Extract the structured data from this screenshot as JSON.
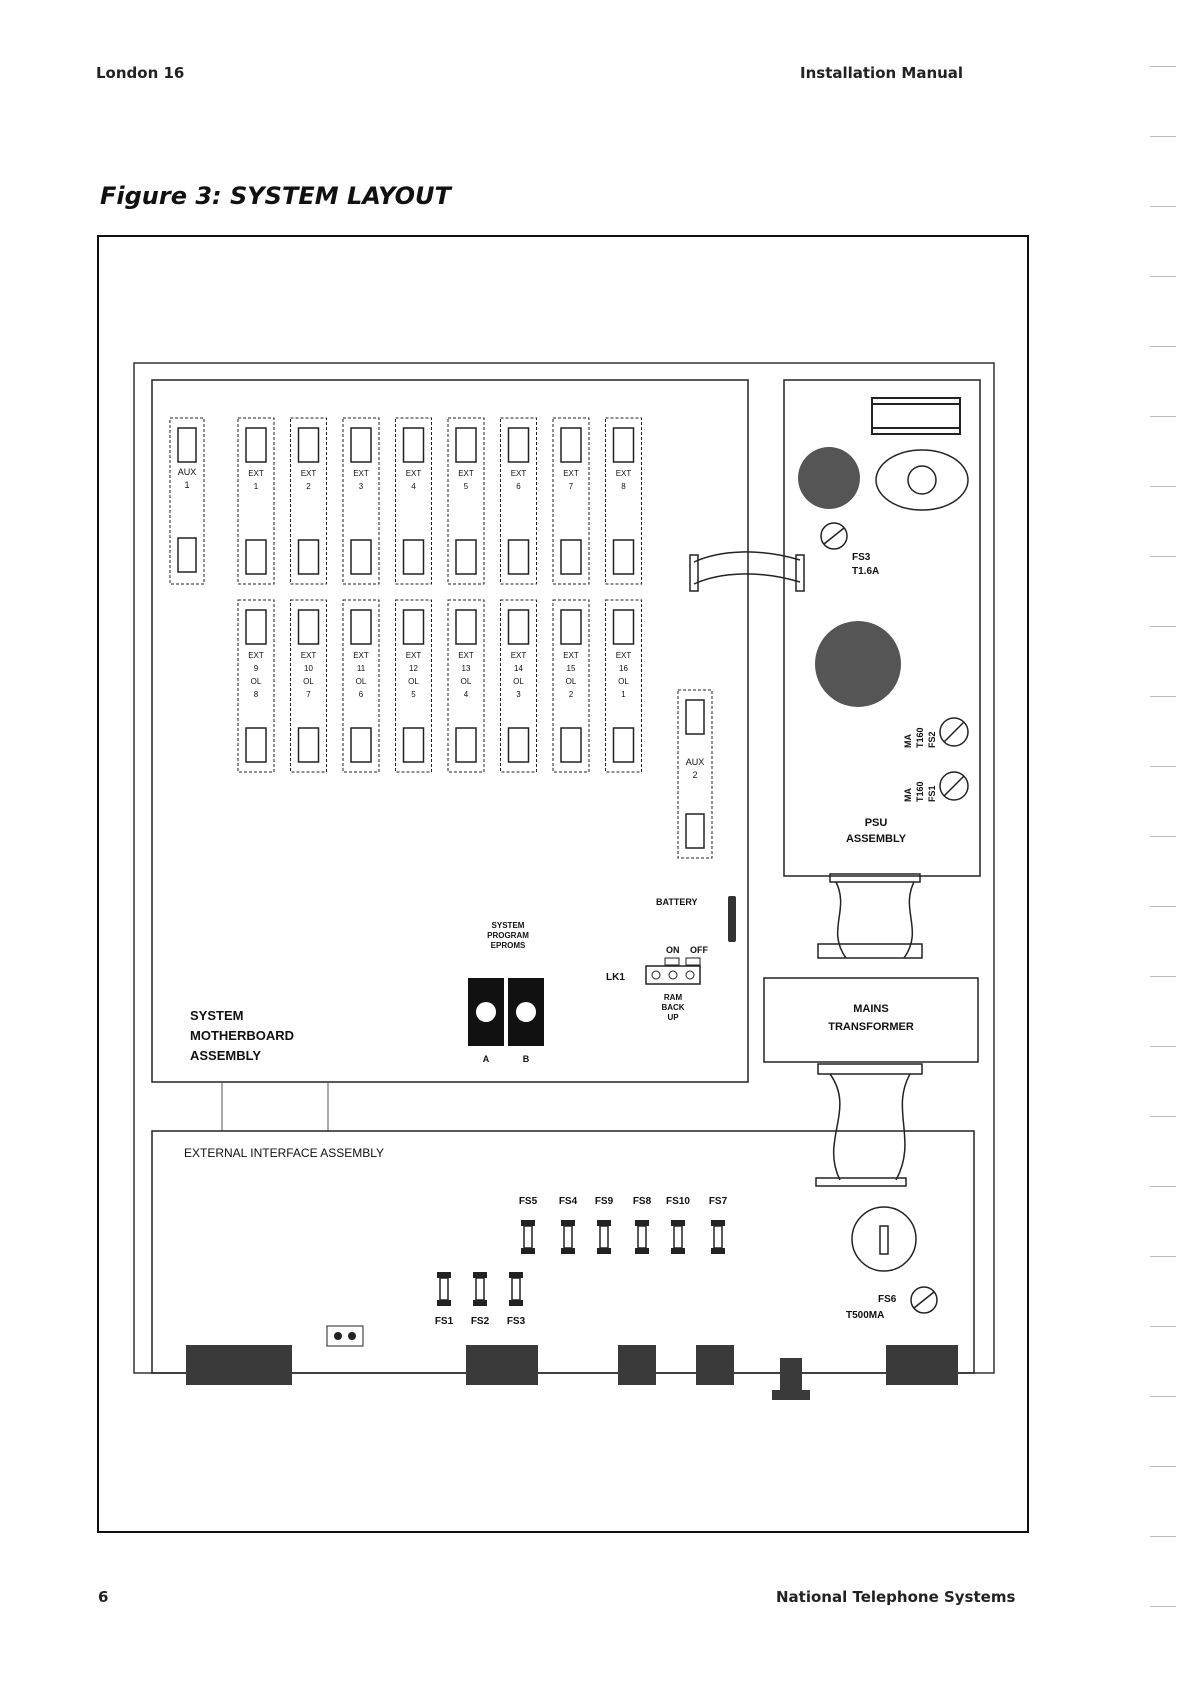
{
  "header": {
    "left": "London 16",
    "right": "Installation Manual"
  },
  "figure_title": "Figure 3: SYSTEM LAYOUT",
  "footer": {
    "page_number": "6",
    "company": "National Telephone Systems"
  },
  "aux_card": {
    "line1": "AUX",
    "line2": "1"
  },
  "ext_top": [
    {
      "line1": "EXT",
      "line2": "1"
    },
    {
      "line1": "EXT",
      "line2": "2"
    },
    {
      "line1": "EXT",
      "line2": "3"
    },
    {
      "line1": "EXT",
      "line2": "4"
    },
    {
      "line1": "EXT",
      "line2": "5"
    },
    {
      "line1": "EXT",
      "line2": "6"
    },
    {
      "line1": "EXT",
      "line2": "7"
    },
    {
      "line1": "EXT",
      "line2": "8"
    }
  ],
  "ext_bottom": [
    {
      "line1": "EXT",
      "line2": "9",
      "line3": "OL",
      "line4": "8"
    },
    {
      "line1": "EXT",
      "line2": "10",
      "line3": "OL",
      "line4": "7"
    },
    {
      "line1": "EXT",
      "line2": "11",
      "line3": "OL",
      "line4": "6"
    },
    {
      "line1": "EXT",
      "line2": "12",
      "line3": "OL",
      "line4": "5"
    },
    {
      "line1": "EXT",
      "line2": "13",
      "line3": "OL",
      "line4": "4"
    },
    {
      "line1": "EXT",
      "line2": "14",
      "line3": "OL",
      "line4": "3"
    },
    {
      "line1": "EXT",
      "line2": "15",
      "line3": "OL",
      "line4": "2"
    },
    {
      "line1": "EXT",
      "line2": "16",
      "line3": "OL",
      "line4": "1"
    }
  ],
  "aux2_card": {
    "line1": "AUX",
    "line2": "2"
  },
  "motherboard": {
    "label_line1": "SYSTEM",
    "label_line2": "MOTHERBOARD",
    "label_line3": "ASSEMBLY",
    "eprom_label_line1": "SYSTEM",
    "eprom_label_line2": "PROGRAM",
    "eprom_label_line3": "EPROMS",
    "eprom_a": "A",
    "eprom_b": "B",
    "battery": "BATTERY",
    "lk1": "LK1",
    "on": "ON",
    "off": "OFF",
    "ram_line1": "RAM",
    "ram_line2": "BACK",
    "ram_line3": "UP"
  },
  "psu": {
    "fs3_line1": "FS3",
    "fs3_line2": "T1.6A",
    "fs2_line1": "FS2",
    "fs2_line2": "T160",
    "fs2_line3": "MA",
    "fs1_line1": "FS1",
    "fs1_line2": "T160",
    "fs1_line3": "MA",
    "label_line1": "PSU",
    "label_line2": "ASSEMBLY"
  },
  "transformer": {
    "line1": "MAINS",
    "line2": "TRANSFORMER"
  },
  "external": {
    "label": "EXTERNAL INTERFACE ASSEMBLY",
    "fuses_top": [
      "FS5",
      "FS4",
      "FS9",
      "FS8",
      "FS10",
      "FS7"
    ],
    "fuses_bottom": [
      "FS1",
      "FS2",
      "FS3"
    ],
    "fs6_line1": "FS6",
    "fs6_line2": "T500MA"
  },
  "colors": {
    "ink": "#111111",
    "connector": "#3a3a3a",
    "pcb_line": "#222222"
  }
}
